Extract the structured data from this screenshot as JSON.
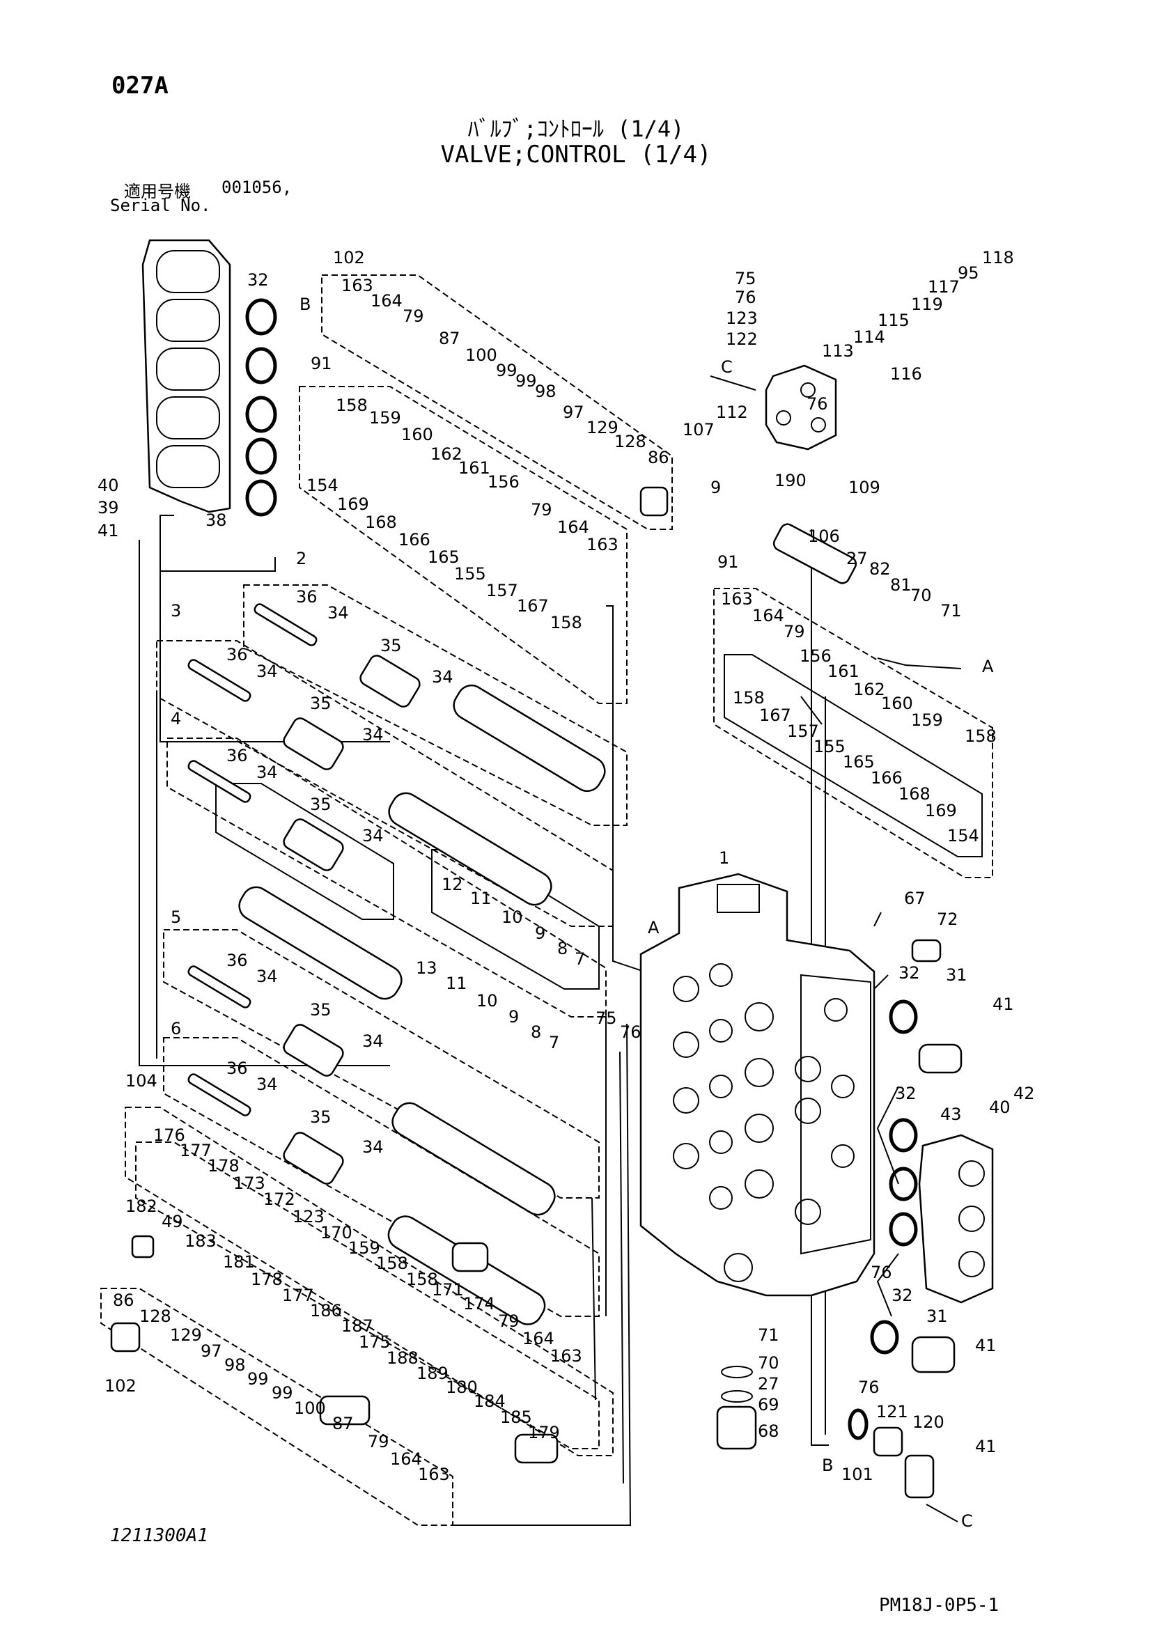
{
  "header": {
    "page_code": "027A",
    "title_jp": "ﾊﾞﾙﾌﾞ;ｺﾝﾄﾛｰﾙ (1/4)",
    "title_en": "VALVE;CONTROL (1/4)",
    "serial_label_jp": "適用号機",
    "serial_value": "001056,",
    "serial_label_en": "Serial No."
  },
  "footer": {
    "drawing_id": "1211300A1",
    "page_ref": "PM18J-0P5-1"
  },
  "callouts": {
    "c102a": "102",
    "c163a": "163",
    "c164a": "164",
    "c79a": "79",
    "c87a": "87",
    "c100a": "100",
    "c99a": "99",
    "c99b": "99",
    "c98a": "98",
    "c97a": "97",
    "c129a": "129",
    "c128a": "128",
    "c86a": "86",
    "c91a": "91",
    "c158a": "158",
    "c159a": "159",
    "c160a": "160",
    "c162a": "162",
    "c161a": "161",
    "c156a": "156",
    "c154a": "154",
    "c169a": "169",
    "c168a": "168",
    "c166a": "166",
    "c165a": "165",
    "c155a": "155",
    "c157a": "157",
    "c167a": "167",
    "c158b": "158",
    "c79b": "79",
    "c164b": "164",
    "c163b": "163",
    "c32a": "32",
    "c40a": "40",
    "c39a": "39",
    "c41a": "41",
    "c38a": "38",
    "c2": "2",
    "c36a": "36",
    "c34a": "34",
    "c35a": "35",
    "c34b": "34",
    "c3": "3",
    "c36b": "36",
    "c34c": "34",
    "c35b": "35",
    "c34d": "34",
    "c4": "4",
    "c36c": "36",
    "c34e": "34",
    "c35c": "35",
    "c34f": "34",
    "c12a": "12",
    "c11a": "11",
    "c10a": "10",
    "c9a": "9",
    "c8a": "8",
    "c7a": "7",
    "c5": "5",
    "c36d": "36",
    "c34g": "34",
    "c35d": "35",
    "c34h": "34",
    "c13a": "13",
    "c11b": "11",
    "c10b": "10",
    "c9b": "9",
    "c8b": "8",
    "c7b": "7",
    "c6": "6",
    "c36e": "36",
    "c34i": "34",
    "c35e": "35",
    "c34j": "34",
    "c104": "104",
    "c176": "176",
    "c177a": "177",
    "c178a": "178",
    "c173": "173",
    "c172": "172",
    "c123a": "123",
    "c170": "170",
    "c159b": "159",
    "c158c": "158",
    "c158d": "158",
    "c182": "182",
    "c49": "49",
    "c183": "183",
    "c181": "181",
    "c178b": "178",
    "c177b": "177",
    "c186": "186",
    "c187": "187",
    "c171": "171",
    "c174": "174",
    "c79c": "79",
    "c164c": "164",
    "c163c": "163",
    "c175": "175",
    "c188": "188",
    "c189": "189",
    "c86b": "86",
    "c128b": "128",
    "c129b": "129",
    "c97b": "97",
    "c98b": "98",
    "c99c": "99",
    "c99d": "99",
    "c100b": "100",
    "c87b": "87",
    "c79d": "79",
    "c164d": "164",
    "c163d": "163",
    "c102b": "102",
    "c180": "180",
    "c184": "184",
    "c185": "185",
    "c179": "179",
    "c75a": "75",
    "c76a": "76",
    "c123b": "123",
    "c122": "122",
    "c118": "118",
    "c95": "95",
    "c117": "117",
    "c119": "119",
    "c115": "115",
    "c114": "114",
    "c113": "113",
    "c116": "116",
    "c76b": "76",
    "c112": "112",
    "c107": "107",
    "c9c": "9",
    "c190": "190",
    "c109": "109",
    "c106": "106",
    "c27a": "27",
    "c82": "82",
    "c81": "81",
    "c70a": "70",
    "c71a": "71",
    "c91b": "91",
    "c163e": "163",
    "c164e": "164",
    "c79e": "79",
    "c156b": "156",
    "c161b": "161",
    "c162b": "162",
    "c160b": "160",
    "c159c": "159",
    "c158e": "158",
    "c158f": "158",
    "c167b": "167",
    "c157b": "157",
    "c155b": "155",
    "c165b": "165",
    "c166b": "166",
    "c168b": "168",
    "c169b": "169",
    "c154b": "154",
    "c1": "1",
    "c67": "67",
    "c72": "72",
    "c32b": "32",
    "c31a": "31",
    "c41b": "41",
    "c75b": "75",
    "c76c": "76",
    "c32c": "32",
    "c43": "43",
    "c40b": "40",
    "c42": "42",
    "c76d": "76",
    "c32d": "32",
    "c31b": "31",
    "c41c": "41",
    "c41d": "41",
    "c71b": "71",
    "c70b": "70",
    "c27b": "27",
    "c69": "69",
    "c68": "68",
    "c76e": "76",
    "c121": "121",
    "c120": "120",
    "c101": "101"
  },
  "refs": {
    "A1": "A",
    "A2": "A",
    "B1": "B",
    "B2": "B",
    "C1": "C",
    "C2": "C"
  }
}
